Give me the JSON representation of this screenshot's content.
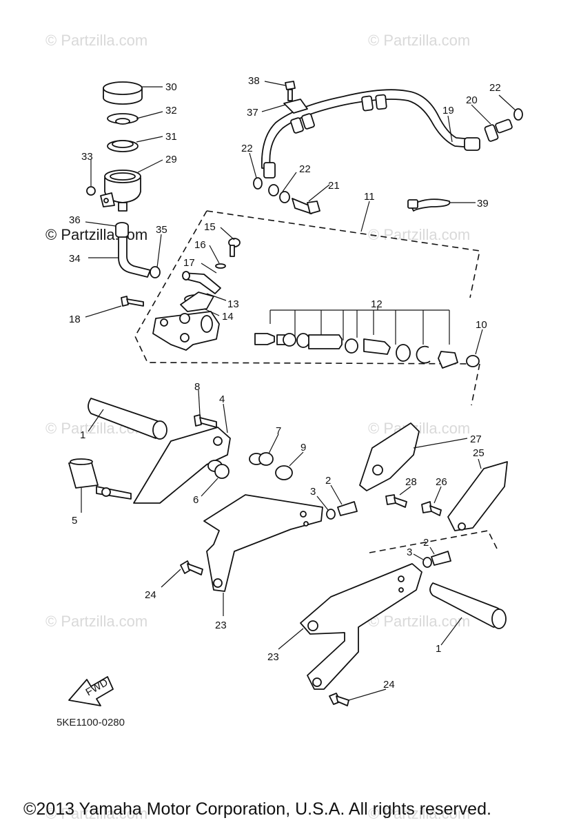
{
  "watermarks": {
    "tl": "© Partzilla.com",
    "tr": "© Partzilla.com",
    "ml": "© Partzilla.com",
    "mr": "© Partzilla.com",
    "l2": "© Partzilla.com",
    "r2": "© Partzilla.com",
    "l3": "© Partzilla.com",
    "r3": "© Partzilla.com",
    "bl": "© Partzilla.com",
    "br": "© Partzilla.com"
  },
  "diagram_code": "5KE1100-0280",
  "fwd_label": "FWD",
  "copyright": "©2013 Yamaha Motor Corporation, U.S.A. All rights reserved.",
  "callouts": {
    "c30": "30",
    "c32": "32",
    "c31": "31",
    "c29": "29",
    "c33": "33",
    "c36": "36",
    "c35": "35",
    "c34": "34",
    "c18": "18",
    "c38": "38",
    "c37": "37",
    "c22a": "22",
    "c22b": "22",
    "c22c": "22",
    "c21": "21",
    "c20": "20",
    "c19": "19",
    "c11": "11",
    "c39": "39",
    "c15": "15",
    "c16": "16",
    "c17": "17",
    "c13": "13",
    "c14": "14",
    "c12": "12",
    "c10": "10",
    "c8": "8",
    "c4": "4",
    "c1a": "1",
    "c7": "7",
    "c9": "9",
    "c5": "5",
    "c6": "6",
    "c3a": "3",
    "c2a": "2",
    "c27": "27",
    "c28": "28",
    "c26": "26",
    "c25": "25",
    "c3b": "3",
    "c2b": "2",
    "c24a": "24",
    "c23a": "23",
    "c23b": "23",
    "c1b": "1",
    "c24b": "24"
  }
}
